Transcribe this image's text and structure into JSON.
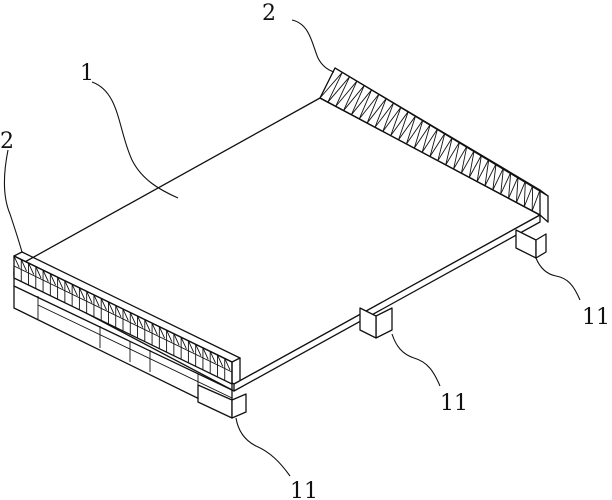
{
  "labels": {
    "panel": "1",
    "sidewall_back": "2",
    "sidewall_front": "2",
    "foot_back_right": "11",
    "foot_middle": "11",
    "foot_front": "11"
  }
}
